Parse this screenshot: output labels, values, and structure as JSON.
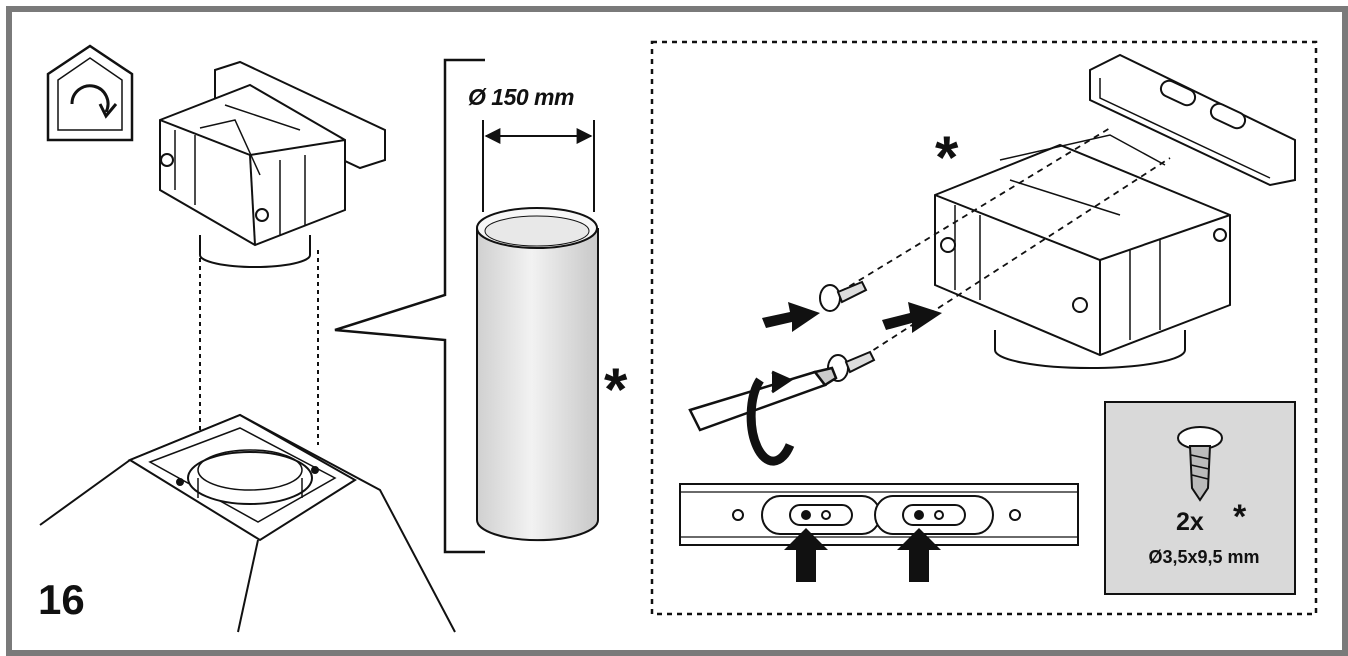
{
  "step": {
    "number": "16"
  },
  "pipe": {
    "diameter_label": "Ø 150 mm",
    "optional_marker": "*"
  },
  "assembly": {
    "optional_marker": "*"
  },
  "screw_kit": {
    "quantity": "2x",
    "optional_marker": "*",
    "size": "Ø3,5x9,5 mm"
  },
  "icons": [
    "recirculation-mode-icon",
    "push-arrow-icon",
    "rotation-arrow-icon"
  ],
  "colors": {
    "frame": "#7a7a7a",
    "ink": "#111111",
    "kit_panel": "#d9d9d9",
    "pipe_fill": "#e4e4e4"
  }
}
